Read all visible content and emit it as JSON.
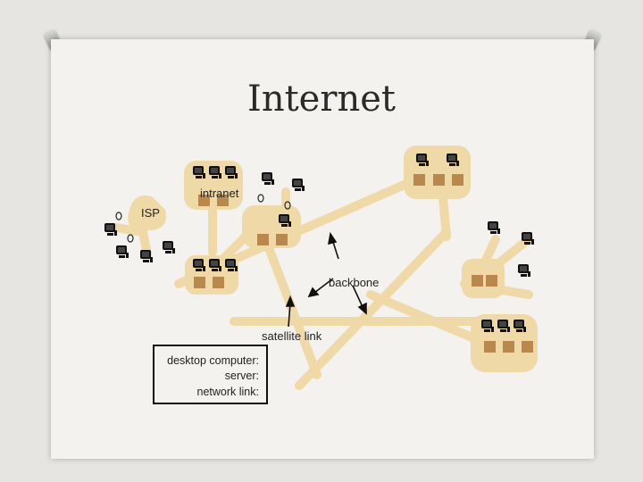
{
  "title": "Internet",
  "labels": {
    "intranet": "intranet",
    "isp": "ISP",
    "backbone": "backbone",
    "satellite_link": "satellite link"
  },
  "legend": {
    "desktop": "desktop computer:",
    "server": "server:",
    "network_link": "network link:"
  },
  "colors": {
    "cluster": "#efd9a6",
    "server": "#b8884c",
    "link": "#efd9a6",
    "computer": "#111111"
  }
}
